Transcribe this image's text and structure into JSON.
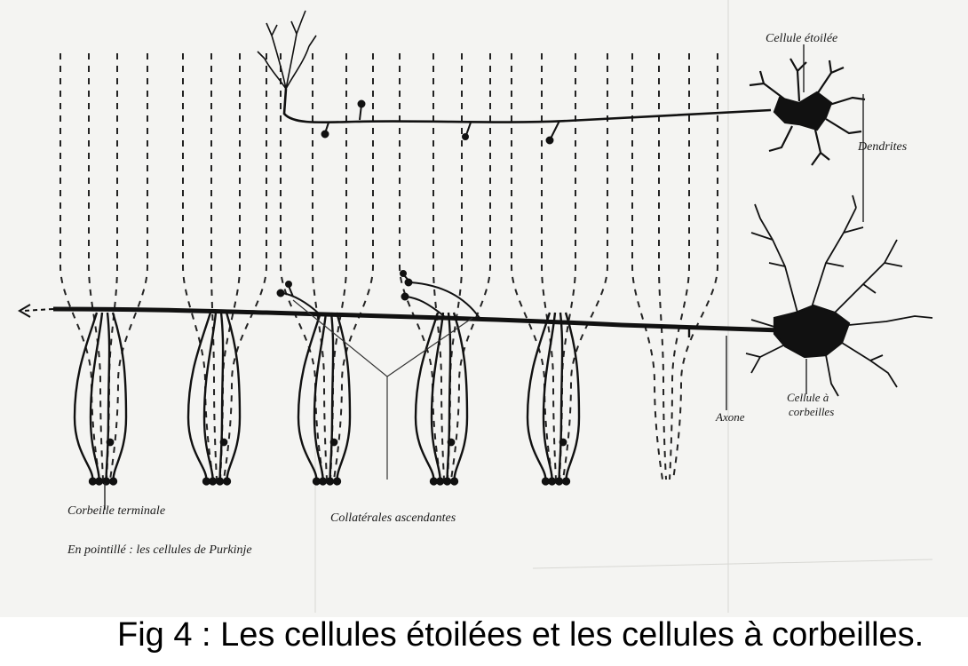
{
  "figure": {
    "labels": {
      "stellate_cell": "Cellule étoilée",
      "dendrites": "Dendrites",
      "basket_cell": "Cellule à corbeilles",
      "basket_cell_line1": "Cellule à",
      "basket_cell_line2": "corbeilles",
      "axon": "Axone",
      "terminal_basket": "Corbeille terminale",
      "ascending_collaterals": "Collatérales ascendantes",
      "purkinje_note": "En pointillé : les cellules de Purkinje"
    },
    "caption": "Fig 4 : Les cellules étoilées et les cellules à corbeilles.",
    "colors": {
      "ink": "#111111",
      "background": "#f4f4f2",
      "page": "#ffffff"
    }
  }
}
